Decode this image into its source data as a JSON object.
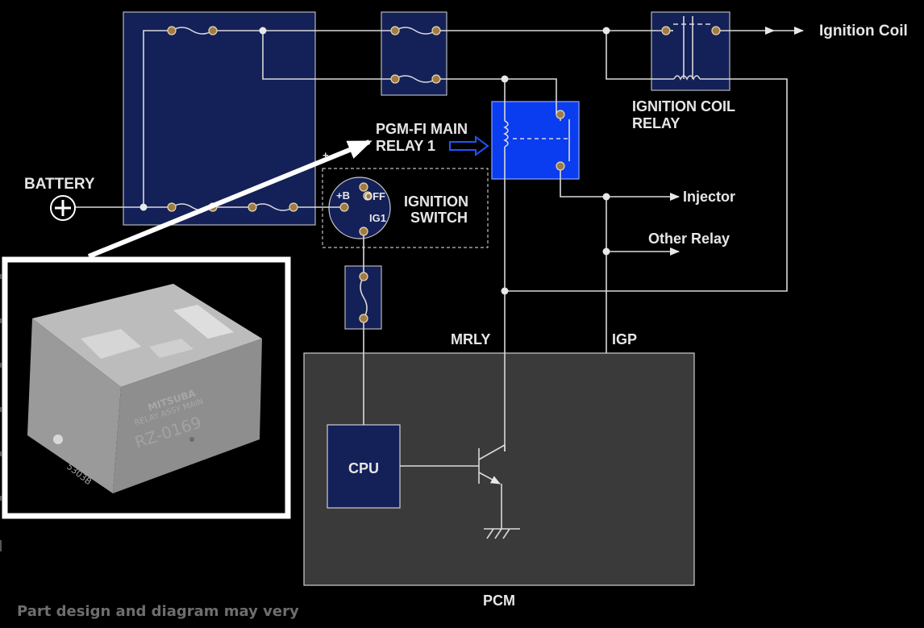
{
  "labels": {
    "ignition_coil": "Ignition Coil",
    "ignition_coil_relay_1": "IGNITION COIL",
    "ignition_coil_relay_2": "RELAY",
    "pgmfi_1": "PGM-FI MAIN",
    "pgmfi_2": "RELAY 1",
    "battery": "BATTERY",
    "ignition_switch_1": "IGNITION",
    "ignition_switch_2": "SWITCH",
    "switch_b": "+B",
    "switch_off": "OFF",
    "switch_ig1": "IG1",
    "injector": "Injector",
    "other_relay": "Other Relay",
    "mrly": "MRLY",
    "igp": "IGP",
    "cpu": "CPU",
    "pcm": "PCM",
    "plus_mark": "+",
    "footer_note": "Part design and diagram may very"
  },
  "photo": {
    "brand": "MITSUBA",
    "line2": "RELAY ASSY MAIN",
    "part": "RZ-0169",
    "code": "5303B"
  },
  "colors": {
    "background": "#000000",
    "fuse_box": "#142058",
    "pgmfi_relay": "#0a3cf0",
    "pcm": "#3a3a3a",
    "text": "#e6e6e6",
    "arrow_blue": "#1f55ff"
  }
}
